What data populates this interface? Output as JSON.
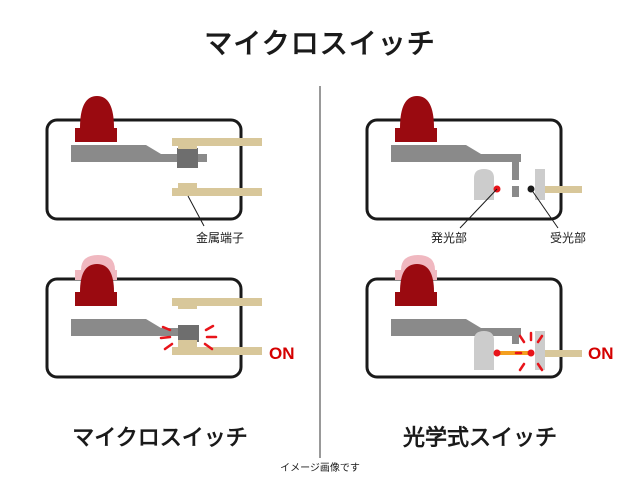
{
  "title": "マイクロスイッチ",
  "left_column_title": "マイクロスイッチ",
  "right_column_title": "光学式スイッチ",
  "caption": "イメージ画像です",
  "labels": {
    "metal_terminal": "金属端子",
    "emitter": "発光部",
    "receiver": "受光部",
    "on_left": "ON",
    "on_right": "ON"
  },
  "colors": {
    "keycap": "#9a0a10",
    "keycap_ghost": "#f0b8c0",
    "plunger": "#8a8a8a",
    "terminal": "#d8c79a",
    "frame": "#1a1a1a",
    "light_red": "#e8141a",
    "beam": "#f4a020",
    "light_part": "#cccccc"
  }
}
